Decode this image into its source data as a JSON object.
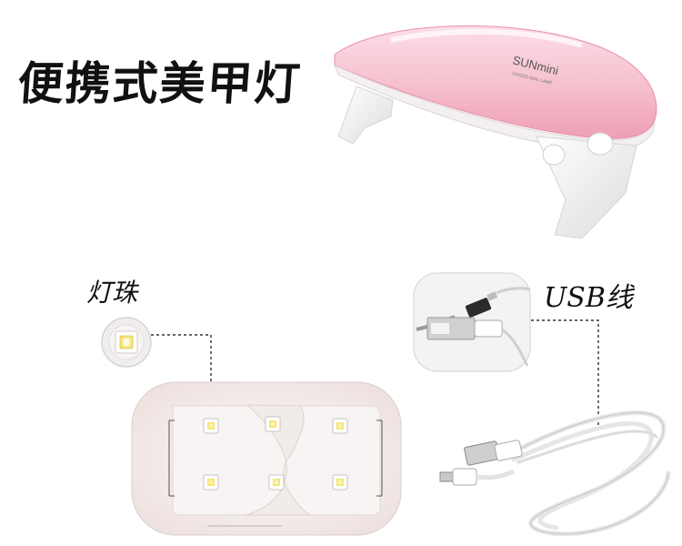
{
  "title": "便携式美甲灯",
  "labels": {
    "led": "灯珠",
    "usb": "USB线"
  },
  "product": {
    "brand": "SUNmini",
    "brand_sub": "UV/LED NAIL LAMP",
    "shell_color": "#f6c6d3",
    "base_color": "#f3f1f0"
  },
  "led": {
    "count": 6,
    "color": "#f5ea7a"
  }
}
